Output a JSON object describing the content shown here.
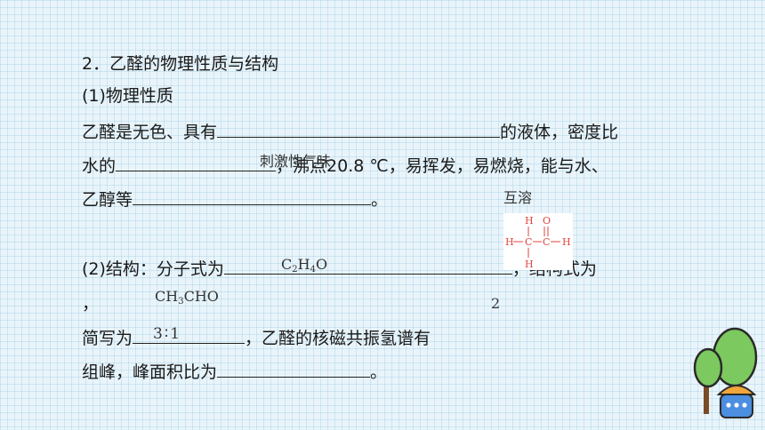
{
  "heading": "2．乙醛的物理性质与结构",
  "sub1": "(1)物理性质",
  "p1": {
    "a": "乙醛是无色、具有",
    "b": "的液体，密度比"
  },
  "p2": {
    "a": "水的",
    "b": "，沸点20.8 ℃，易挥发，易燃烧，能与水、"
  },
  "p3": {
    "a": "乙醇等",
    "b": "。"
  },
  "sub2_line": {
    "a": "(2)结构：分子式为",
    "b": "，结构式为"
  },
  "comma": "，",
  "p5": {
    "a": "简写为",
    "b": "，乙醛的核磁共振氢谱有"
  },
  "p6": {
    "a": "组峰，峰面积比为",
    "b": "。"
  },
  "answers": {
    "odor": "刺激性气味",
    "miscible": "互溶",
    "formula": {
      "c": "C",
      "n1": "2",
      "h": "H",
      "n2": "4",
      "o": "O"
    },
    "condensed": {
      "a": "CH",
      "n": "3",
      "b": "CHO"
    },
    "peaks": "2",
    "ratio": "3∶1"
  },
  "structure": {
    "h": "H",
    "c": "C",
    "o": "O"
  }
}
